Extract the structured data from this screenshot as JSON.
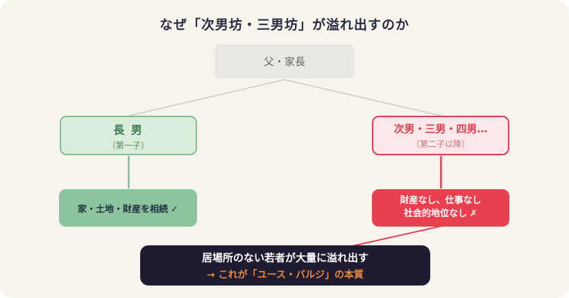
{
  "title": "なぜ「次男坊・三男坊」が溢れ出すのか",
  "diagram": {
    "root": {
      "label": "父・家長"
    },
    "eldest": {
      "title": "長 男",
      "subtitle": "（第一子）"
    },
    "younger": {
      "title": "次男・三男・四男…",
      "subtitle": "（第二子以降）"
    },
    "eldest_outcome": {
      "label": "家・土地・財産を相続",
      "check": "✓"
    },
    "younger_outcome": {
      "line1": "財産なし、仕事なし",
      "line2": "社会的地位なし",
      "cross": "✗"
    },
    "conclusion": {
      "line1": "居場所のない若者が大量に溢れ出す",
      "line2": "→ これが「ユース・バルジ」の本質"
    }
  },
  "edges": [
    {
      "from": "root",
      "to": "eldest",
      "color": "#ccc9c4"
    },
    {
      "from": "root",
      "to": "younger",
      "color": "#ccc9c4"
    },
    {
      "from": "eldest",
      "to": "eldest_outcome",
      "color": "#85bd93"
    },
    {
      "from": "younger",
      "to": "younger_outcome",
      "color": "#e63c4e"
    },
    {
      "from": "younger_outcome",
      "to": "conclusion",
      "color": "#e63c4e"
    }
  ],
  "colors": {
    "canvas_bg": "#f7f4ee",
    "root_bg": "#e9e8e5",
    "green_accent": "#85bd93",
    "green_fill": "#daeddd",
    "green_solid": "#8cc49e",
    "red_accent": "#e63c4e",
    "red_fill": "#fce8e8",
    "dark_bg": "#1f1c32",
    "orange_accent": "#e78a3e",
    "title_color": "#2b2a40",
    "gray_edge": "#ccc9c4"
  }
}
